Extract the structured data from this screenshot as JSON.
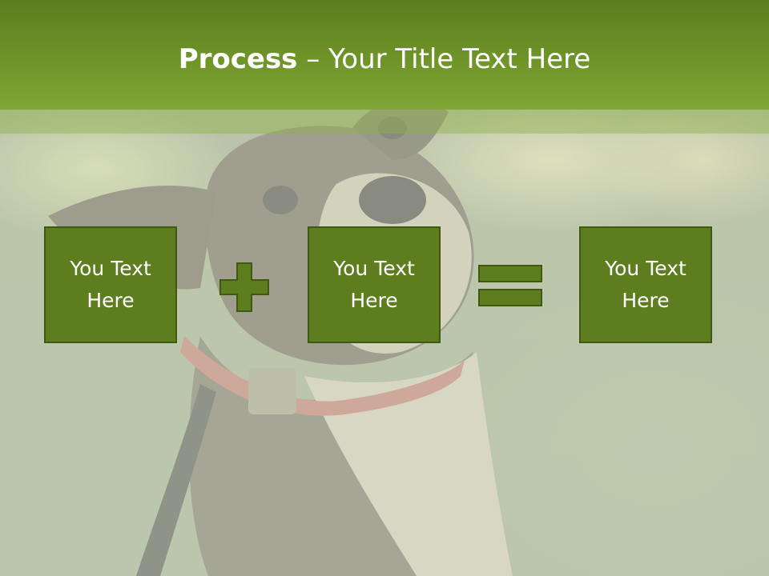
{
  "slide": {
    "title_bold": "Process",
    "title_rest": " – Your Title Text Here"
  },
  "process": {
    "boxes": [
      {
        "text": "You Text Here"
      },
      {
        "text": "You Text Here"
      },
      {
        "text": "You Text Here"
      }
    ],
    "operators": [
      "plus-icon",
      "equals-icon"
    ]
  },
  "colors": {
    "title_bar": "#6f9428",
    "box_fill": "#5e7d1f",
    "box_border": "#3f5812"
  }
}
